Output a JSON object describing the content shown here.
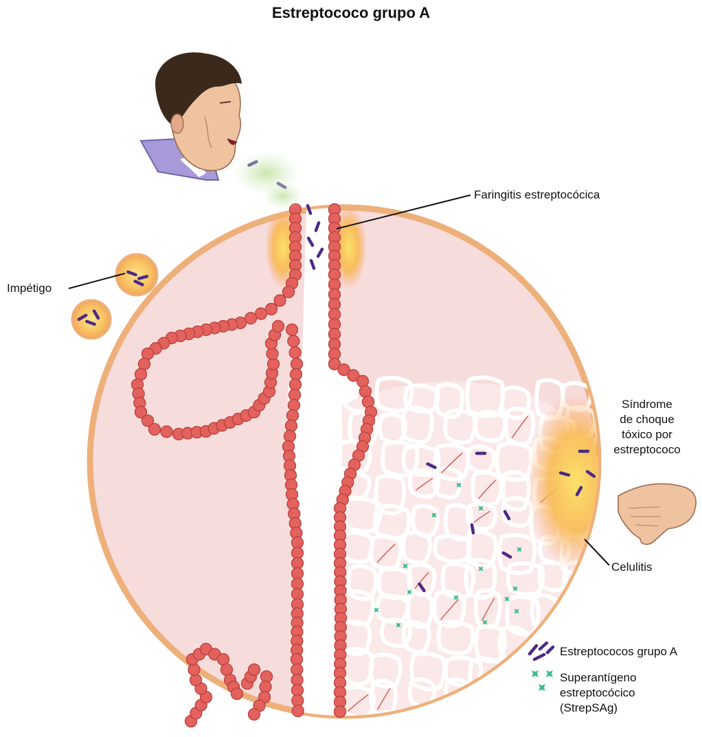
{
  "title": "Estreptococo grupo A",
  "labels": {
    "faringitis": "Faringitis estreptocócica",
    "impetigo": "Impétigo",
    "sindrome_l1": "Síndrome",
    "sindrome_l2": "de choque",
    "sindrome_l3": "tóxico por",
    "sindrome_l4": "estreptococo",
    "celulitis": "Celulitis"
  },
  "legend": {
    "strep": "Estreptococos grupo A",
    "sag_l1": "Superantígeno",
    "sag_l2": "estreptocócico",
    "sag_l3": "(StrepSAg)"
  },
  "colors": {
    "tissue_pink": "#f7dcdc",
    "circle_outline": "#eeb07a",
    "epithelium": "#e3625d",
    "bacteria": "#4b2a85",
    "superantigen": "#3dbf8a",
    "inflammation": "#f9c23c",
    "skin": "#f0c3a0",
    "shirt": "#a89ad8",
    "hair": "#3b2a1c"
  }
}
